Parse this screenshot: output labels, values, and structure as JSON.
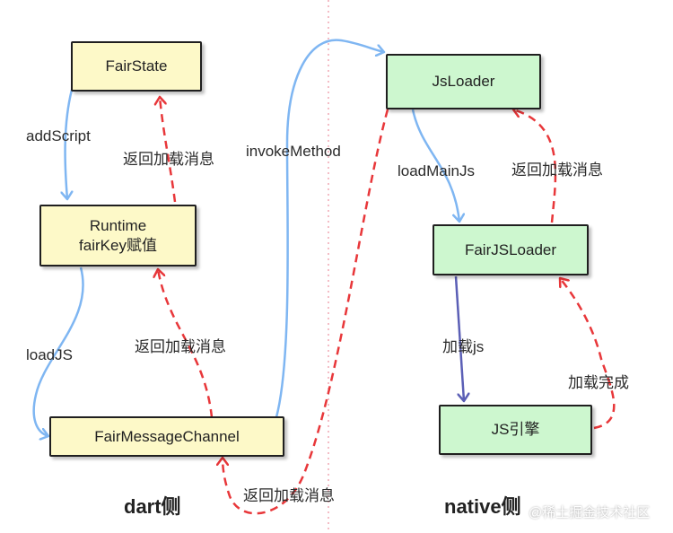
{
  "colors": {
    "blue": "#7fb6f2",
    "red": "#e8373a",
    "purple": "#5b5fb6",
    "divider": "#f0a7b3"
  },
  "nodes": {
    "fair_state": "FairState",
    "runtime_line1": "Runtime",
    "runtime_line2": "fairKey赋值",
    "fair_message_channel": "FairMessageChannel",
    "js_loader": "JsLoader",
    "fair_js_loader": "FairJSLoader",
    "js_engine": "JS引擎"
  },
  "edges": {
    "add_script": "addScript",
    "return_msg_1": "返回加载消息",
    "load_js": "loadJS",
    "return_msg_2": "返回加载消息",
    "invoke_method": "invokeMethod",
    "return_msg_3": "返回加载消息",
    "load_main_js": "loadMainJs",
    "return_msg_4": "返回加载消息",
    "load_js_cn": "加载js",
    "load_done": "加载完成"
  },
  "sides": {
    "dart": "dart侧",
    "native": "native侧"
  },
  "watermark": "@稀土掘金技术社区"
}
